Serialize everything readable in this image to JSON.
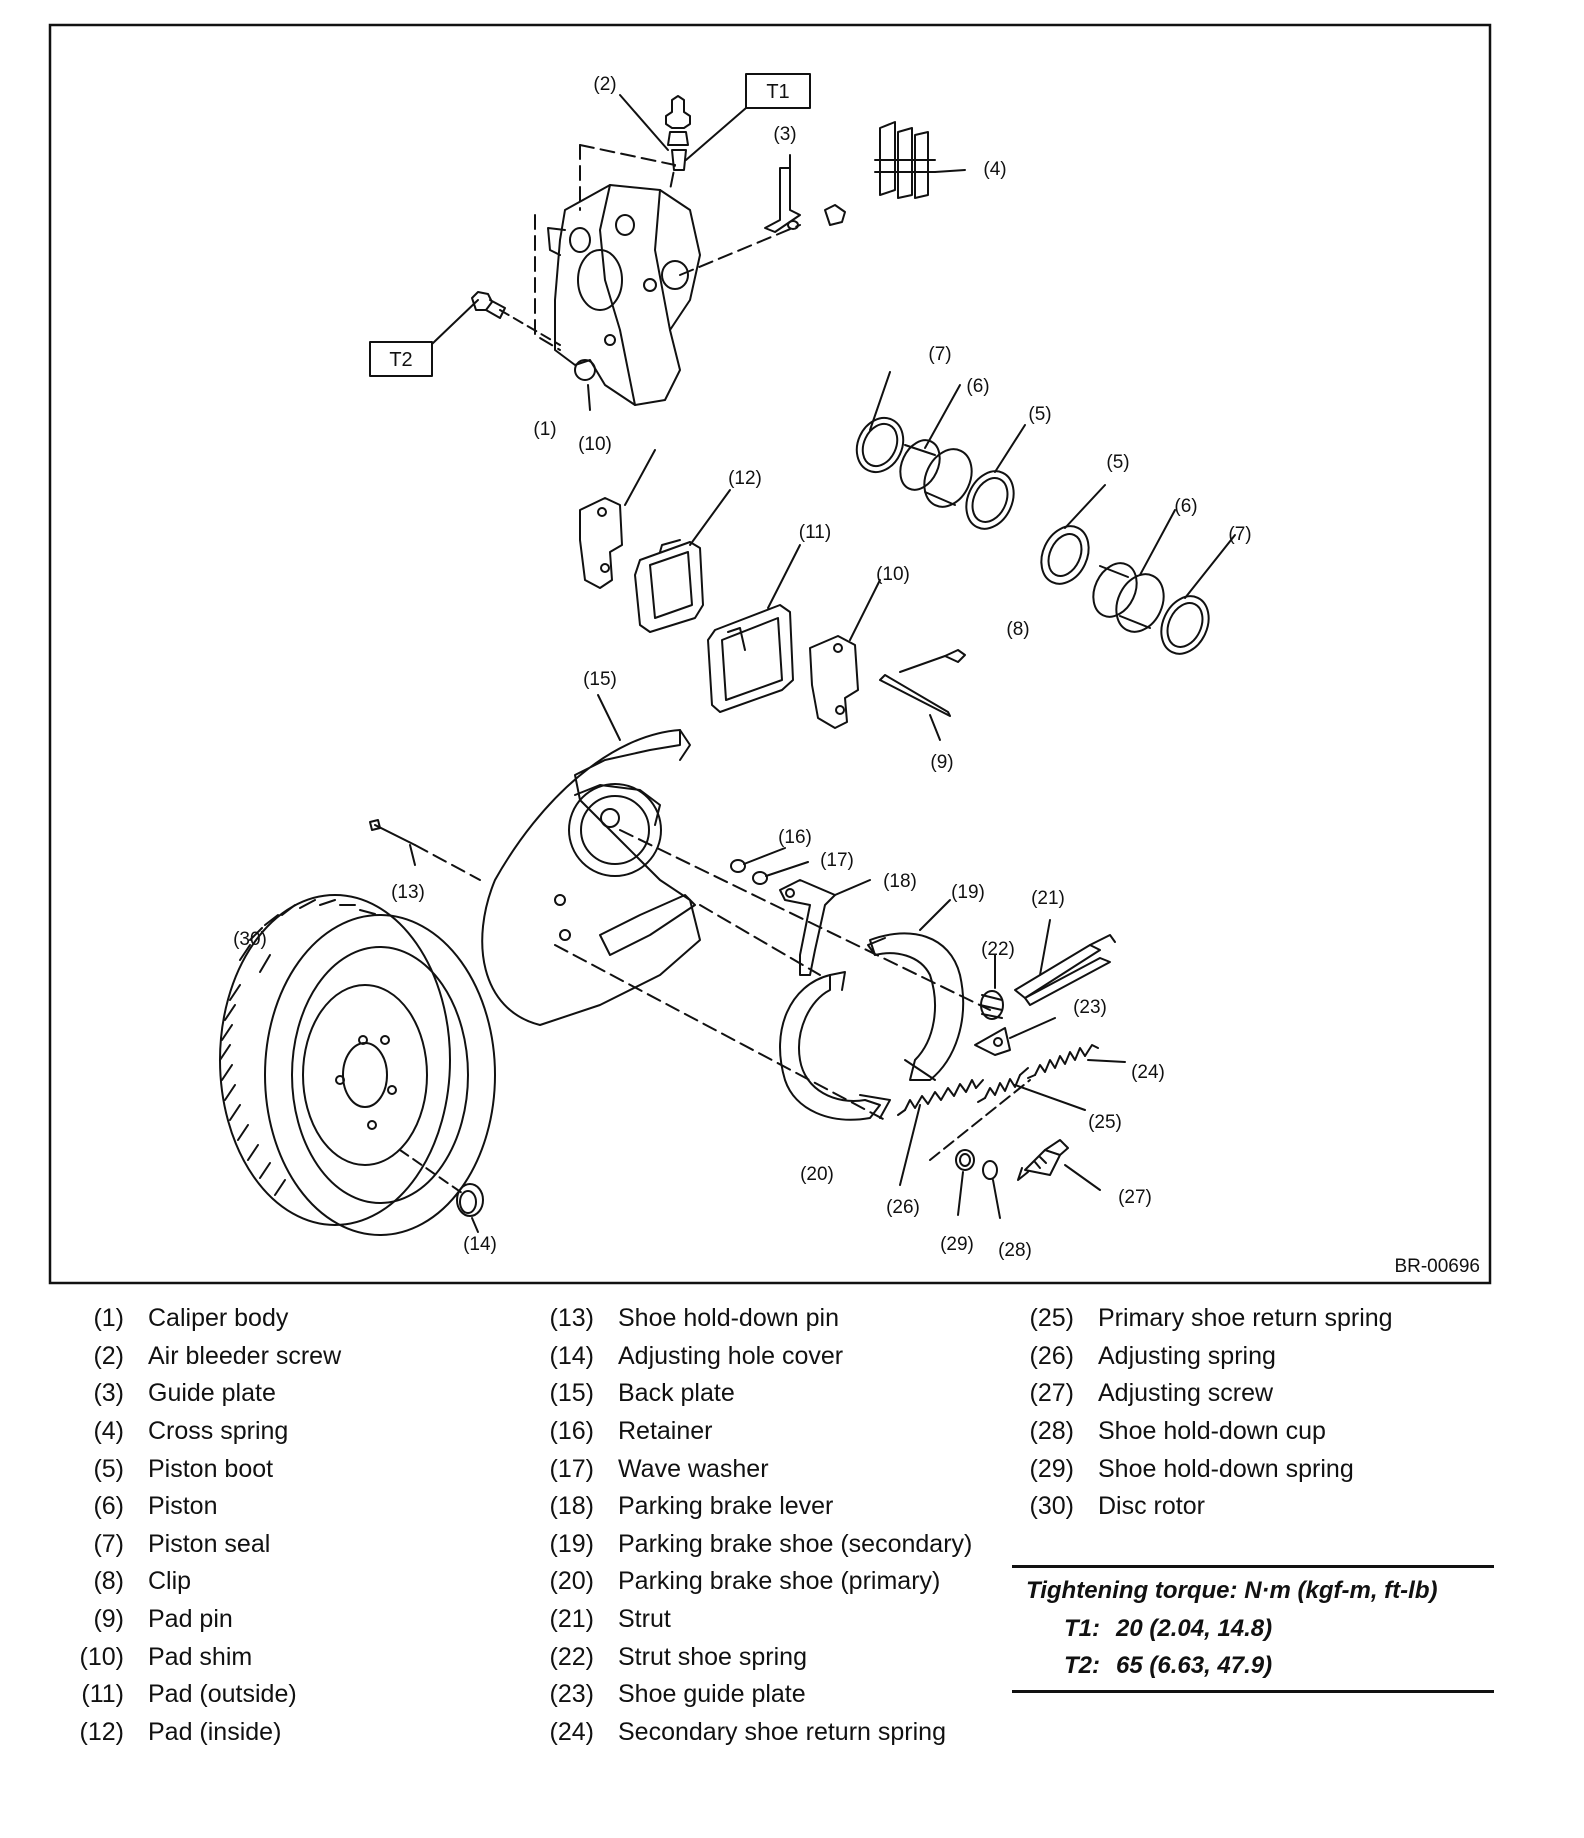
{
  "figure_id": "BR-00696",
  "torque_boxes": [
    {
      "label": "T1"
    },
    {
      "label": "T2"
    }
  ],
  "callouts": [
    "(1)",
    "(2)",
    "(3)",
    "(4)",
    "(5)",
    "(6)",
    "(7)",
    "(5)",
    "(6)",
    "(7)",
    "(8)",
    "(9)",
    "(10)",
    "(10)",
    "(11)",
    "(12)",
    "(13)",
    "(14)",
    "(15)",
    "(16)",
    "(17)",
    "(18)",
    "(19)",
    "(20)",
    "(21)",
    "(22)",
    "(23)",
    "(24)",
    "(25)",
    "(26)",
    "(27)",
    "(28)",
    "(29)",
    "(30)"
  ],
  "legend": {
    "col1": [
      {
        "num": "(1)",
        "name": "Caliper body"
      },
      {
        "num": "(2)",
        "name": "Air bleeder screw"
      },
      {
        "num": "(3)",
        "name": "Guide plate"
      },
      {
        "num": "(4)",
        "name": "Cross spring"
      },
      {
        "num": "(5)",
        "name": "Piston boot"
      },
      {
        "num": "(6)",
        "name": "Piston"
      },
      {
        "num": "(7)",
        "name": "Piston seal"
      },
      {
        "num": "(8)",
        "name": "Clip"
      },
      {
        "num": "(9)",
        "name": "Pad pin"
      },
      {
        "num": "(10)",
        "name": "Pad shim"
      },
      {
        "num": "(11)",
        "name": "Pad (outside)"
      },
      {
        "num": "(12)",
        "name": "Pad (inside)"
      }
    ],
    "col2": [
      {
        "num": "(13)",
        "name": "Shoe hold-down pin"
      },
      {
        "num": "(14)",
        "name": "Adjusting hole cover"
      },
      {
        "num": "(15)",
        "name": "Back plate"
      },
      {
        "num": "(16)",
        "name": "Retainer"
      },
      {
        "num": "(17)",
        "name": "Wave washer"
      },
      {
        "num": "(18)",
        "name": "Parking brake lever"
      },
      {
        "num": "(19)",
        "name": "Parking brake shoe (secondary)"
      },
      {
        "num": "(20)",
        "name": "Parking brake shoe (primary)"
      },
      {
        "num": "(21)",
        "name": "Strut"
      },
      {
        "num": "(22)",
        "name": "Strut shoe spring"
      },
      {
        "num": "(23)",
        "name": "Shoe guide plate"
      },
      {
        "num": "(24)",
        "name": "Secondary shoe return spring"
      }
    ],
    "col3": [
      {
        "num": "(25)",
        "name": "Primary shoe return spring"
      },
      {
        "num": "(26)",
        "name": "Adjusting spring"
      },
      {
        "num": "(27)",
        "name": "Adjusting screw"
      },
      {
        "num": "(28)",
        "name": "Shoe hold-down cup"
      },
      {
        "num": "(29)",
        "name": "Shoe hold-down spring"
      },
      {
        "num": "(30)",
        "name": "Disc rotor"
      }
    ]
  },
  "torque": {
    "heading": "Tightening torque: N·m (kgf-m, ft-lb)",
    "rows": [
      {
        "key": "T1:",
        "value": "20 (2.04, 14.8)"
      },
      {
        "key": "T2:",
        "value": "65 (6.63, 47.9)"
      }
    ]
  }
}
